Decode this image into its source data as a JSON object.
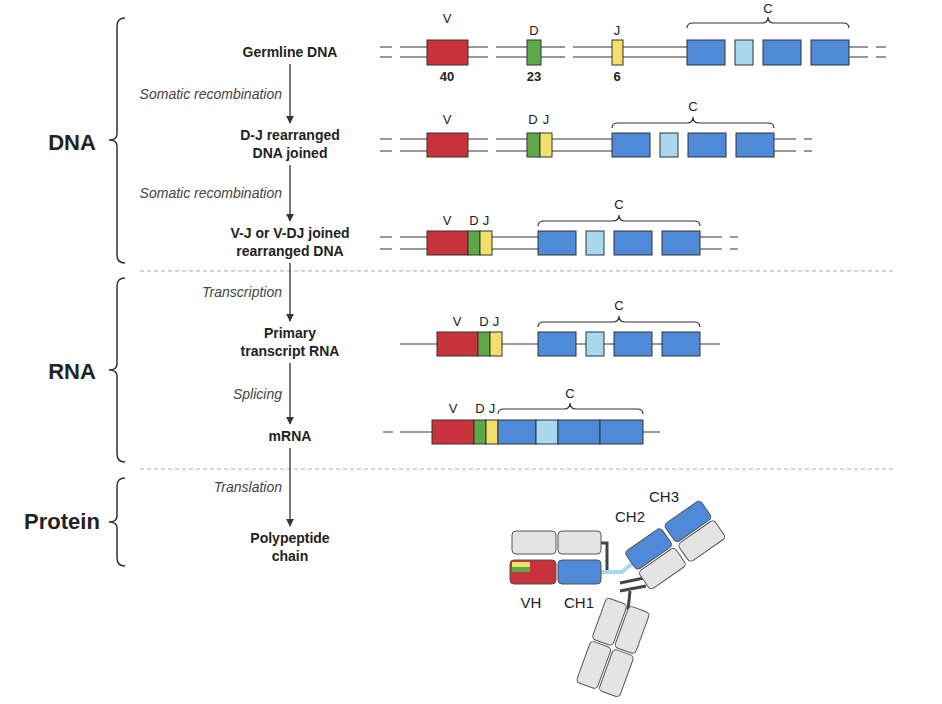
{
  "diagram": {
    "nodes": [
      {
        "text": [
          "Germline DNA"
        ]
      },
      {
        "text": [
          "D-J rearranged DNA joined"
        ]
      },
      {
        "text": [
          "V-J or V-DJ joined rearranged DNA"
        ]
      },
      {
        "text": [
          "Primary transcript RNA"
        ]
      },
      {
        "text": [
          "mRNA"
        ]
      },
      {
        "text": [
          "Polypeptide chain"
        ]
      }
    ],
    "edges": [
      {
        "from": 0,
        "to": 1,
        "arrow": "to",
        "label": "Somatic recombination"
      },
      {
        "from": 1,
        "to": 2,
        "arrow": "to",
        "label": "Somatic recombination"
      },
      {
        "from": 2,
        "to": 3,
        "arrow": "to",
        "label": "Transcription"
      },
      {
        "from": 3,
        "to": 4,
        "arrow": "to",
        "label": "Splicing"
      },
      {
        "from": 4,
        "to": 5,
        "arrow": "to",
        "label": "Translation"
      }
    ],
    "labels": [
      "DNA",
      "RNA",
      "Protein",
      "V",
      "D",
      "J",
      "C",
      "40",
      "23",
      "6",
      "V",
      "D",
      "J",
      "C",
      "V",
      "D",
      "J",
      "C",
      "V",
      "D",
      "J",
      "C",
      "V",
      "D",
      "J",
      "C",
      "CH3",
      "CH2",
      "VH",
      "CH1"
    ]
  }
}
